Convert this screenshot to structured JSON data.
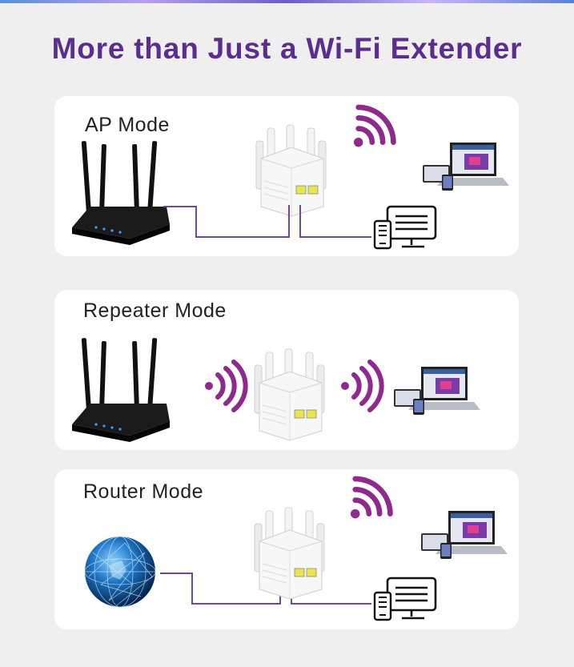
{
  "title": "More than Just a Wi-Fi Extender",
  "colors": {
    "title": "#5b2d8e",
    "wifi_signal": "#8e2a8e",
    "cable": "#6a4c93",
    "panel_bg": "#ffffff",
    "page_bg": "#efefef"
  },
  "panels": [
    {
      "label": "AP  Mode",
      "devices": [
        "router-icon",
        "extender-icon",
        "wifi-signal-icon",
        "laptop-phone-icon",
        "desktop-phone-icon"
      ]
    },
    {
      "label": "Repeater Mode",
      "devices": [
        "router-icon",
        "wifi-signal-icon",
        "extender-icon",
        "wifi-signal-icon",
        "laptop-phone-icon"
      ]
    },
    {
      "label": "Router Mode",
      "devices": [
        "globe-icon",
        "extender-icon",
        "wifi-signal-icon",
        "laptop-phone-icon",
        "desktop-phone-icon"
      ]
    }
  ]
}
